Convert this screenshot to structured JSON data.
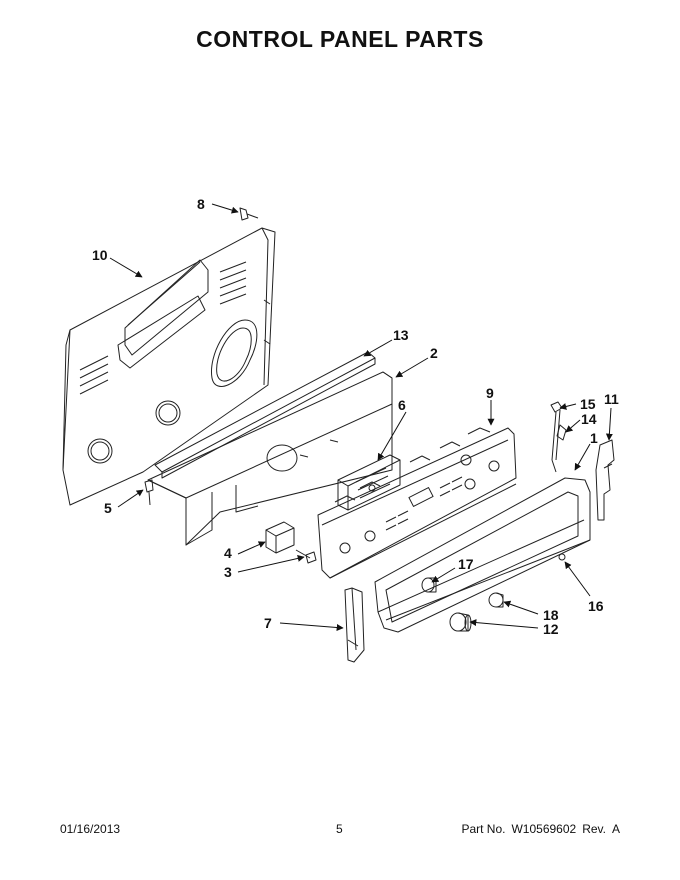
{
  "header": {
    "title": "CONTROL PANEL PARTS"
  },
  "callouts": [
    {
      "id": "c8",
      "number": "8"
    },
    {
      "id": "c10",
      "number": "10"
    },
    {
      "id": "c13",
      "number": "13"
    },
    {
      "id": "c2",
      "number": "2"
    },
    {
      "id": "c6",
      "number": "6"
    },
    {
      "id": "c9",
      "number": "9"
    },
    {
      "id": "c15",
      "number": "15"
    },
    {
      "id": "c14",
      "number": "14"
    },
    {
      "id": "c11",
      "number": "11"
    },
    {
      "id": "c1",
      "number": "1"
    },
    {
      "id": "c5",
      "number": "5"
    },
    {
      "id": "c4",
      "number": "4"
    },
    {
      "id": "c3",
      "number": "3"
    },
    {
      "id": "c17",
      "number": "17"
    },
    {
      "id": "c16",
      "number": "16"
    },
    {
      "id": "c18",
      "number": "18"
    },
    {
      "id": "c12",
      "number": "12"
    },
    {
      "id": "c7",
      "number": "7"
    }
  ],
  "footer": {
    "date": "01/16/2013",
    "page": "5",
    "part_label": "Part No.",
    "part_number": "W10569602",
    "rev_label": "Rev.",
    "rev": "A"
  }
}
